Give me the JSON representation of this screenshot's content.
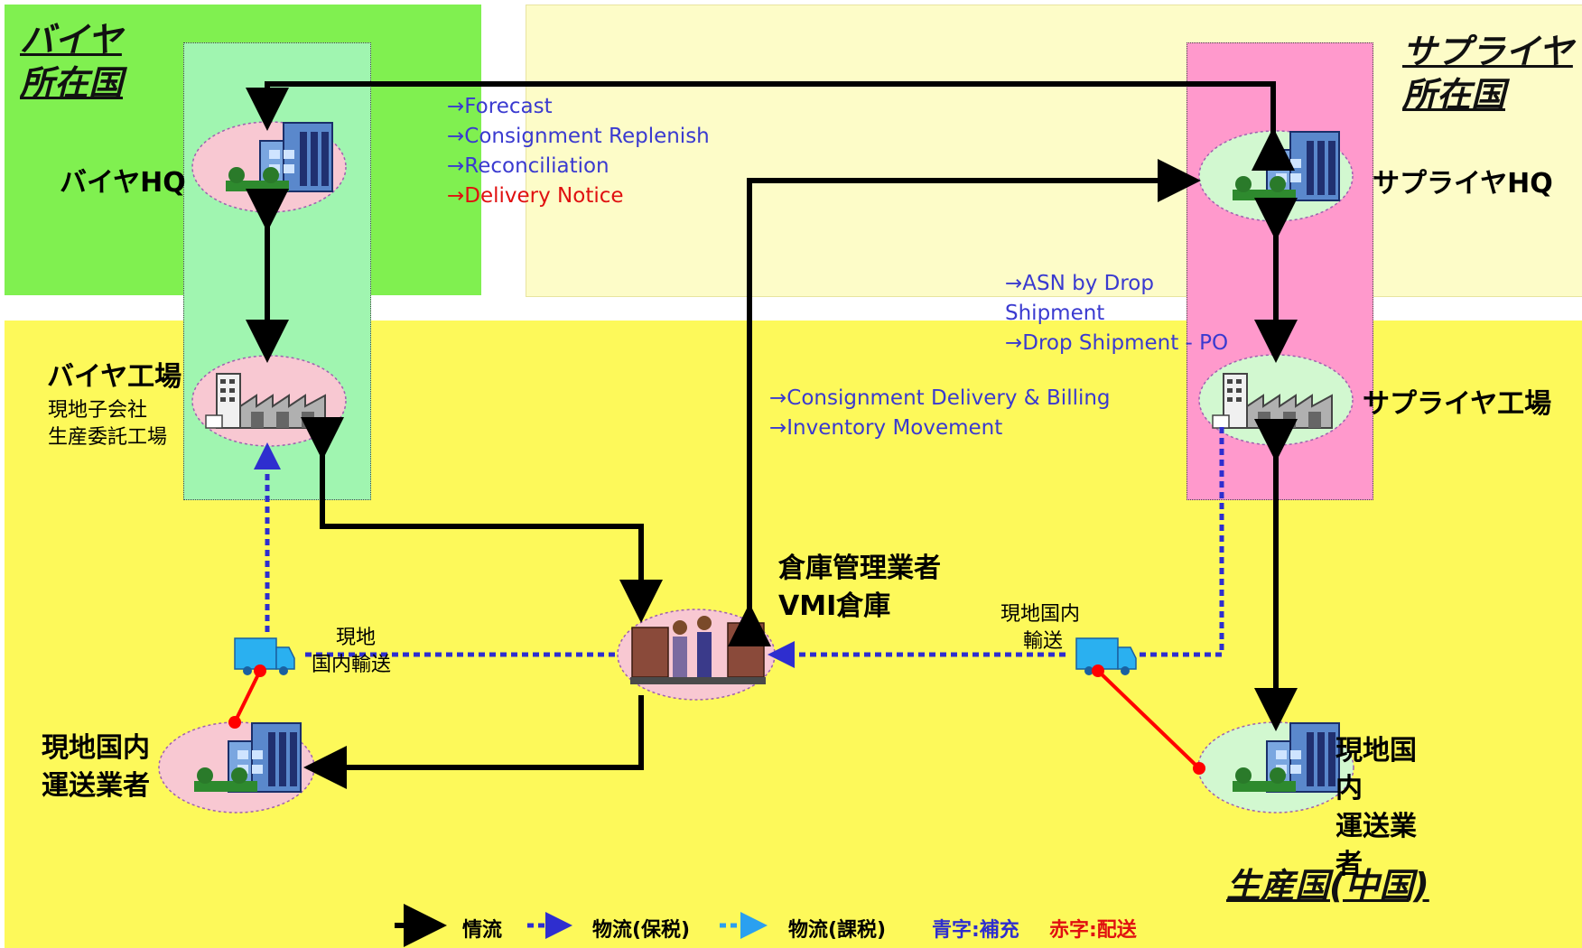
{
  "regions": {
    "buyer_country": "バイヤ所在国",
    "supplier_country": "サプライヤ所在国",
    "production_country": "生産国(中国)"
  },
  "buyer_country_lines": [
    "バイヤ",
    "所在国"
  ],
  "supplier_country_lines": [
    "サプライヤ",
    "所在国"
  ],
  "nodes": {
    "buyer_hq": "バイヤHQ",
    "supplier_hq": "サプライヤHQ",
    "buyer_factory": "バイヤ工場",
    "buyer_factory_sub1": "現地子会社",
    "buyer_factory_sub2": "生産委託工場",
    "supplier_factory": "サプライヤ工場",
    "warehouse_line1": "倉庫管理業者",
    "warehouse_line2": "VMI倉庫",
    "carrier_left_line1": "現地国内",
    "carrier_left_line2": "運送業者",
    "carrier_right_lines": [
      "現地国",
      "内",
      "運送業",
      "者"
    ]
  },
  "transport_labels": {
    "left_line1": "現地",
    "left_line2": "国内輸送",
    "right_line1": "現地国内",
    "right_line2": "輸送"
  },
  "messages": {
    "hq_group": [
      {
        "text": "→Forecast",
        "color": "blue"
      },
      {
        "text": "→Consignment Replenish",
        "color": "blue"
      },
      {
        "text": "→Reconciliation",
        "color": "blue"
      },
      {
        "text": "→Delivery Notice",
        "color": "red"
      }
    ],
    "drop_ship_group": [
      "→ASN by Drop",
      "Shipment",
      "→Drop Shipment - PO"
    ],
    "consignment_group": [
      "→Consignment Delivery & Billing",
      "→Inventory Movement"
    ]
  },
  "legend": {
    "info_flow": "情流",
    "bonded_flow": "物流(保税)",
    "taxed_flow": "物流(課税)",
    "blue_text": "青字:補充",
    "red_text": "赤字:配送"
  },
  "colors": {
    "buyer_region": "#80f050",
    "supplier_region": "#fdfcc8",
    "production_region": "#fdf95a",
    "buyer_column": "#a0f5b0",
    "supplier_column": "#ff99cc",
    "info_arrow": "#000000",
    "bonded_arrow": "#2e2ecf",
    "taxed_arrow": "#2aa0f0",
    "delivery_line": "#ff0000",
    "blue_text": "#3a3ad0",
    "red_text": "#e01010"
  }
}
